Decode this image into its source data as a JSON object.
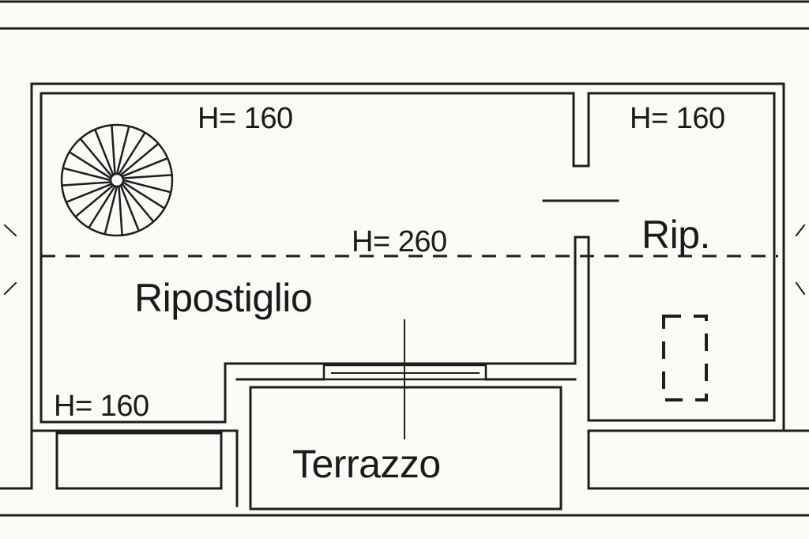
{
  "colors": {
    "line": "#1e1e1e",
    "background": "#fbfbf8"
  },
  "icons": {
    "stair": "spiral-staircase-icon",
    "fixture": "fixture-icon"
  },
  "labels": {
    "height_upper_left": "H= 160",
    "height_upper_right": "H= 160",
    "height_center": "H= 260",
    "height_lower_left": "H= 160",
    "room_main": "Ripostiglio",
    "room_small": "Rip.",
    "terrace": "Terrazzo"
  }
}
